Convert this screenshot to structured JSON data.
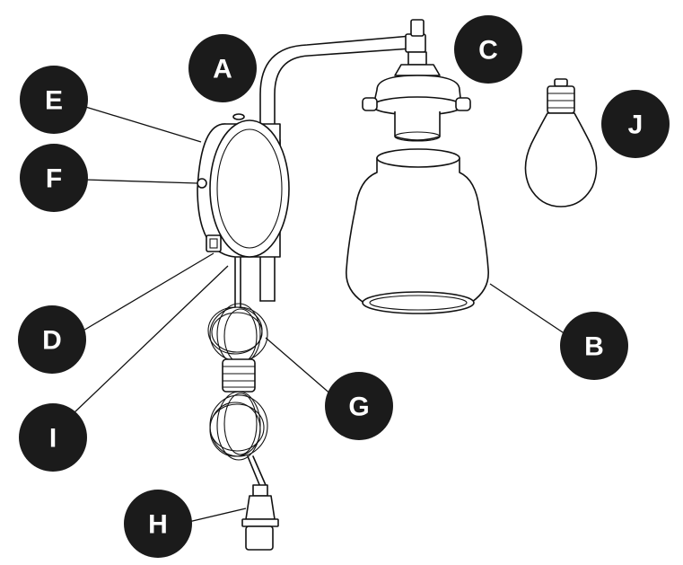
{
  "labels": {
    "A": "A",
    "B": "B",
    "C": "C",
    "D": "D",
    "E": "E",
    "F": "F",
    "G": "G",
    "H": "H",
    "I": "I",
    "J": "J"
  },
  "colors": {
    "badge": "#1b1b1b",
    "badge_text": "#ffffff",
    "line": "#111111"
  }
}
